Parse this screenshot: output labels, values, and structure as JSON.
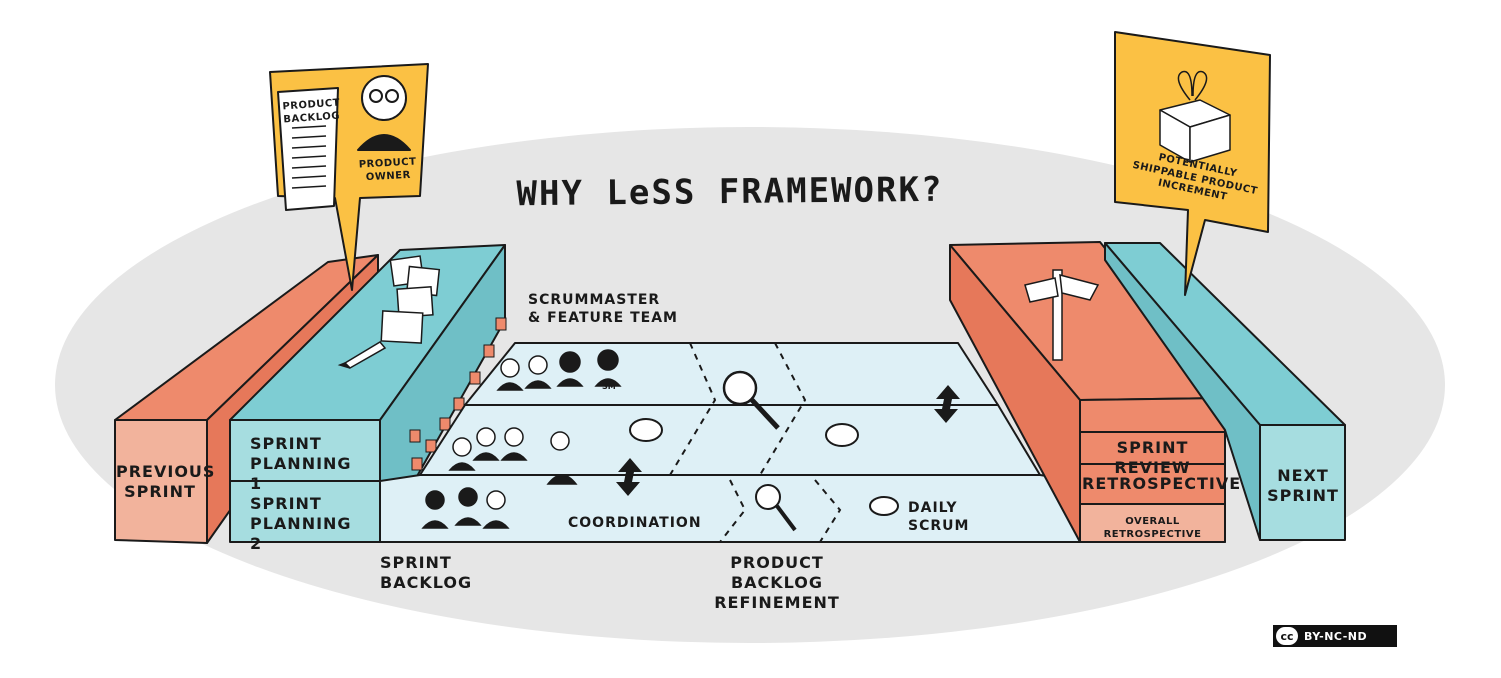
{
  "title": "WHY LeSS FRAMEWORK?",
  "callouts": {
    "product_backlog": "PRODUCT BACKLOG",
    "product_owner": "PRODUCT OWNER",
    "increment": "POTENTIALLY SHIPPABLE PRODUCT INCREMENT"
  },
  "labels": {
    "previous_sprint": "PREVIOUS SPRINT",
    "sprint_planning_1": "SPRINT PLANNING 1",
    "sprint_planning_2": "SPRINT PLANNING 2",
    "scrummaster_team": "SCRUMMASTER & FEATURE TEAM",
    "sm_badge": "SM",
    "coordination": "COORDINATION",
    "daily_scrum": "DAILY SCRUM",
    "sprint_backlog": "SPRINT BACKLOG",
    "pbr": "PRODUCT BACKLOG REFINEMENT",
    "sprint_review": "SPRINT REVIEW",
    "retrospective": "RETROSPECTIVE",
    "overall_retrospective": "OVERALL RETROSPECTIVE",
    "next_sprint": "NEXT SPRINT"
  },
  "license": {
    "cc": "cc",
    "text": "BY-NC-ND"
  },
  "colors": {
    "salmon": "#ee8a6c",
    "salmon_light": "#f2b39c",
    "teal": "#7ecdd3",
    "teal_light": "#a6dde0",
    "floor": "#def0f6",
    "yellow": "#fbc144",
    "ellipse": "#e6e6e6"
  }
}
